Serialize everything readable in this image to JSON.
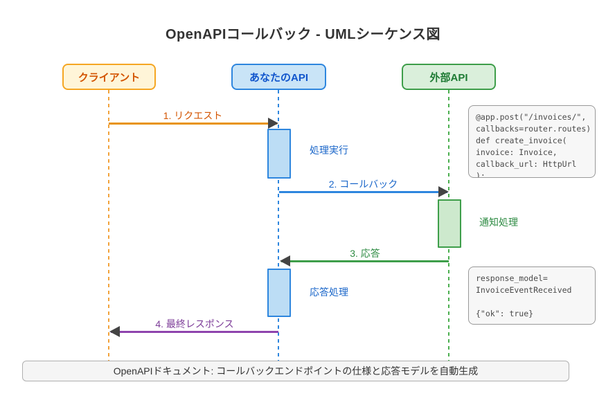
{
  "title": "OpenAPIコールバック - UMLシーケンス図",
  "actors": [
    {
      "label": "クライアント",
      "fill": "#fff5d8",
      "border": "#f5a623",
      "text_color": "#d35400"
    },
    {
      "label": "あなたのAPI",
      "fill": "#c9e4f7",
      "border": "#2e86de",
      "text_color": "#1155cc"
    },
    {
      "label": "外部API",
      "fill": "#daefdb",
      "border": "#3e9e4a",
      "text_color": "#1e7b34"
    }
  ],
  "messages": [
    {
      "label": "1. リクエスト",
      "from": "クライアント",
      "to": "あなたのAPI",
      "direction": "right",
      "color": "#e8940f",
      "text_color": "#d35400"
    },
    {
      "label": "2. コールバック",
      "from": "あなたのAPI",
      "to": "外部API",
      "direction": "right",
      "color": "#2e86de",
      "text_color": "#1a66c9"
    },
    {
      "label": "3. 応答",
      "from": "外部API",
      "to": "あなたのAPI",
      "direction": "left",
      "color": "#3e9e4a",
      "text_color": "#2e8b43"
    },
    {
      "label": "4. 最終レスポンス",
      "from": "あなたのAPI",
      "to": "クライアント",
      "direction": "left",
      "color": "#8e44ad",
      "text_color": "#7d3c98"
    }
  ],
  "activations": [
    {
      "label": "処理実行",
      "lifeline": "あなたのAPI",
      "text_color": "#1a66c9"
    },
    {
      "label": "通知処理",
      "lifeline": "外部API",
      "text_color": "#2e8b43"
    },
    {
      "label": "応答処理",
      "lifeline": "あなたのAPI",
      "text_color": "#1a66c9"
    }
  ],
  "notes": [
    {
      "lines": [
        "@app.post(\"/invoices/\",",
        "callbacks=router.routes)",
        "def create_invoice(",
        "invoice: Invoice,",
        "callback_url: HttpUrl",
        "):"
      ]
    },
    {
      "lines": [
        "response_model=",
        "InvoiceEventReceived",
        "",
        "{\"ok\": true}"
      ]
    }
  ],
  "footer": "OpenAPIドキュメント: コールバックエンドポイントの仕様と応答モデルを自動生成"
}
